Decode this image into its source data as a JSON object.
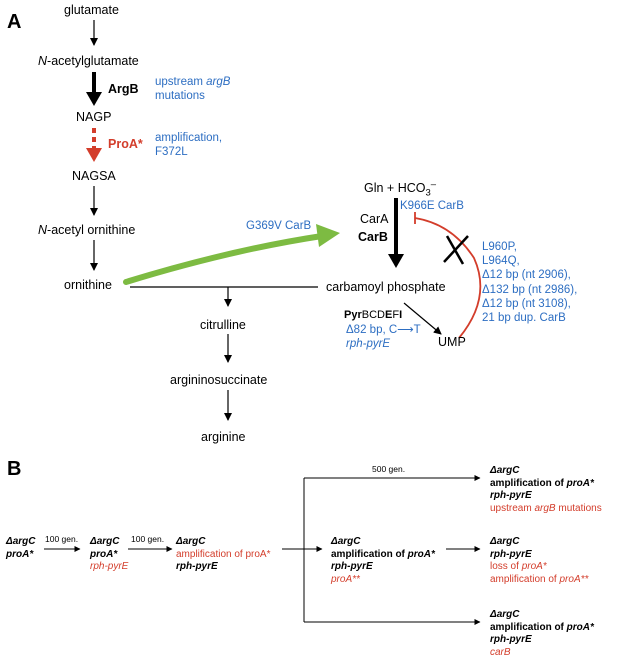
{
  "panel_a": {
    "label": "A",
    "nodes": {
      "glutamate": "glutamate",
      "n_acetylglutamate_prefix": "N",
      "n_acetylglutamate_rest": "-acetylglutamate",
      "nagp": "NAGP",
      "nagsa": "NAGSA",
      "n_acetyl_ornithine_prefix": "N",
      "n_acetyl_ornithine_rest": "-acetyl ornithine",
      "ornithine": "ornithine",
      "citrulline": "citrulline",
      "argininosuccinate": "argininosuccinate",
      "arginine": "arginine",
      "gln_hco3": "Gln + HCO",
      "gln_hco3_sub": "3",
      "gln_hco3_sup": "–",
      "cara": "CarA",
      "carb": "CarB",
      "carbamoyl_phosphate": "carbamoyl phosphate",
      "ump": "UMP"
    },
    "enzymes": {
      "argb": "ArgB",
      "proa": "ProA*",
      "pyr_bold1": "Pyr",
      "pyr_normal1": "BCD",
      "pyr_bold2": "E",
      "pyr_normal2": "F",
      "pyr_bold3": "I"
    },
    "annotations": {
      "argb_line1_prefix": "upstream ",
      "argb_line1_gene": "argB",
      "argb_line2": "mutations",
      "proa_line1": "amplification,",
      "proa_line2": "F372L",
      "g369v": "G369V CarB",
      "k966e": "K966E CarB",
      "pyr_line1": "Δ82 bp, C⟶T",
      "pyr_line2": "rph-pyrE",
      "carb_muts": [
        "L960P,",
        "L964Q,",
        "Δ12 bp (nt 2906),",
        "Δ132 bp (nt 2986),",
        "Δ12 bp (nt 3108),",
        "21 bp dup. CarB"
      ]
    }
  },
  "panel_b": {
    "label": "B",
    "gen_100a": "100 gen.",
    "gen_100b": "100 gen.",
    "gen_500": "500 gen.",
    "strains": {
      "s0": {
        "l1": "ΔargC",
        "l2": "proA*"
      },
      "s1": {
        "l1": "ΔargC",
        "l2": "proA*",
        "l3": "rph-pyrE"
      },
      "s2": {
        "l1": "ΔargC",
        "l2": "amplification of proA*",
        "l3": "rph-pyrE"
      },
      "s3": {
        "l1": "ΔargC",
        "l2_pre": "amplification of ",
        "l2_it": "proA*",
        "l3": "rph-pyrE",
        "l4": "proA**"
      },
      "e1": {
        "l1": "ΔargC",
        "l2_pre": "amplification of ",
        "l2_it": "proA*",
        "l3": "rph-pyrE",
        "l4_pre": "upstream ",
        "l4_it": "argB",
        "l4_post": " mutations"
      },
      "e2": {
        "l1": "ΔargC",
        "l2": "rph-pyrE",
        "l3_pre": "loss of ",
        "l3_it": "proA*",
        "l4_pre": "amplification of ",
        "l4_it": "proA**"
      },
      "e3": {
        "l1": "ΔargC",
        "l2_pre": "amplification of ",
        "l2_it": "proA*",
        "l3": "rph-pyrE",
        "l4": "carB"
      }
    }
  },
  "colors": {
    "black": "#000000",
    "red": "#d33d2b",
    "blue": "#2d6ec2",
    "green": "#7dbb42"
  }
}
